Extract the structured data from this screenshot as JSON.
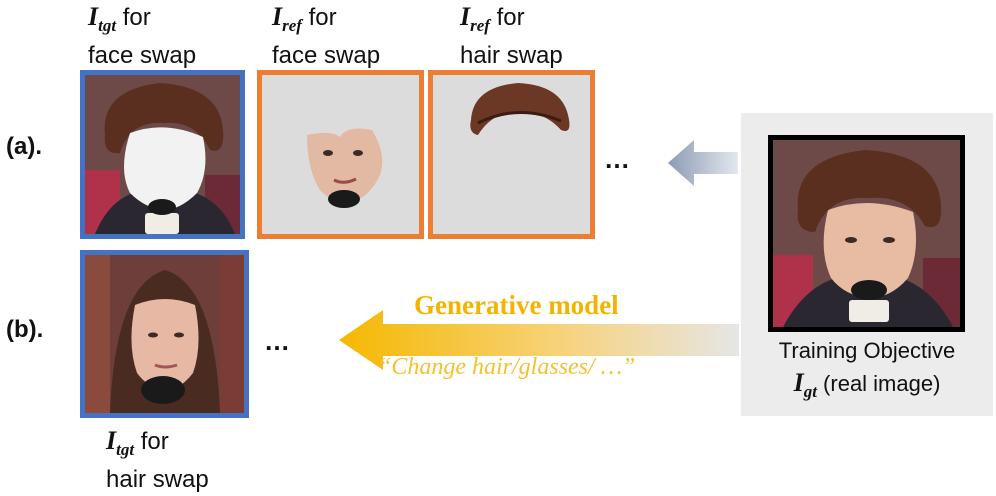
{
  "captions": {
    "tgt_face": {
      "sym": "I",
      "sub": "tgt",
      "suffix": " for",
      "line2": "face swap"
    },
    "ref_face": {
      "sym": "I",
      "sub": "ref",
      "suffix": " for",
      "line2": "face swap"
    },
    "ref_hair": {
      "sym": "I",
      "sub": "ref",
      "suffix": " for",
      "line2": "hair swap"
    },
    "tgt_hair": {
      "sym": "I",
      "sub": "tgt",
      "suffix": " for",
      "line2": "hair swap"
    }
  },
  "row_labels": {
    "a": "(a).",
    "b": "(b)."
  },
  "ellipsis": "…",
  "generative": {
    "title": "Generative model",
    "prompt": "“Change hair/glasses/ …”"
  },
  "training": {
    "label": "Training Objective",
    "sym": "I",
    "sub": "gt",
    "suffix": " (real image)"
  },
  "colors": {
    "target_frame": "#4472c4",
    "reference_frame": "#ed7d31",
    "generative_arrow": "#f5b800",
    "grey_arrow": "#a7b4c8",
    "panel_bg": "#ececec"
  }
}
